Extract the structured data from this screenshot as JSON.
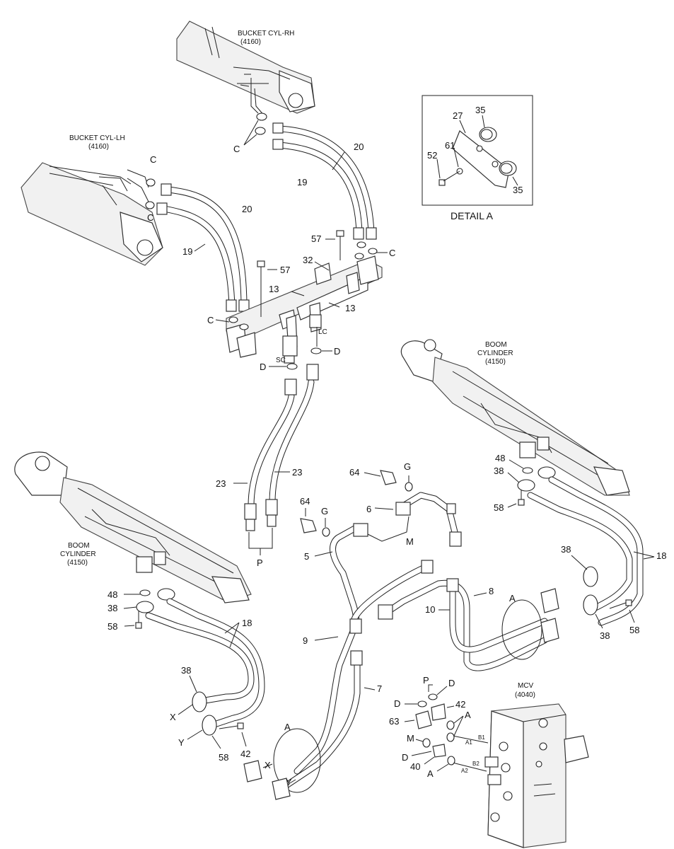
{
  "title": "",
  "components": {
    "bucket_cyl_rh": {
      "name": "BUCKET CYL-RH",
      "ref": "(4160)"
    },
    "bucket_cyl_lh": {
      "name": "BUCKET CYL-LH",
      "ref": "(4160)"
    },
    "boom_cyl_right": {
      "line1": "BOOM",
      "line2": "CYLINDER",
      "ref": "(4150)"
    },
    "boom_cyl_left": {
      "line1": "BOOM",
      "line2": "CYLINDER",
      "ref": "(4150)"
    },
    "mcv": {
      "name": "MCV",
      "ref": "(4040)"
    }
  },
  "detail": {
    "caption": "DETAIL A",
    "parts": [
      "27",
      "35",
      "61",
      "52",
      "35"
    ]
  },
  "part_labels": [
    "20",
    "19",
    "20",
    "19",
    "57",
    "57",
    "32",
    "13",
    "13",
    "23",
    "23",
    "64",
    "64",
    "6",
    "5",
    "9",
    "7",
    "8",
    "10",
    "18",
    "18",
    "48",
    "38",
    "58",
    "38",
    "58",
    "38",
    "38",
    "58",
    "48",
    "38",
    "58",
    "42",
    "63",
    "40"
  ],
  "letter_labels": [
    "C",
    "C",
    "C",
    "C",
    "C",
    "D",
    "D",
    "SC",
    "LC",
    "P",
    "P",
    "G",
    "G",
    "M",
    "M",
    "A",
    "A",
    "A",
    "A",
    "X",
    "Y",
    "X",
    "Y",
    "D",
    "D",
    "D",
    "A1",
    "B1",
    "B2",
    "A2"
  ],
  "icons": [
    "cylinder-icon",
    "hose-icon",
    "fitting-icon",
    "o-ring-icon",
    "flange-icon",
    "bolt-icon",
    "valve-block-icon"
  ]
}
